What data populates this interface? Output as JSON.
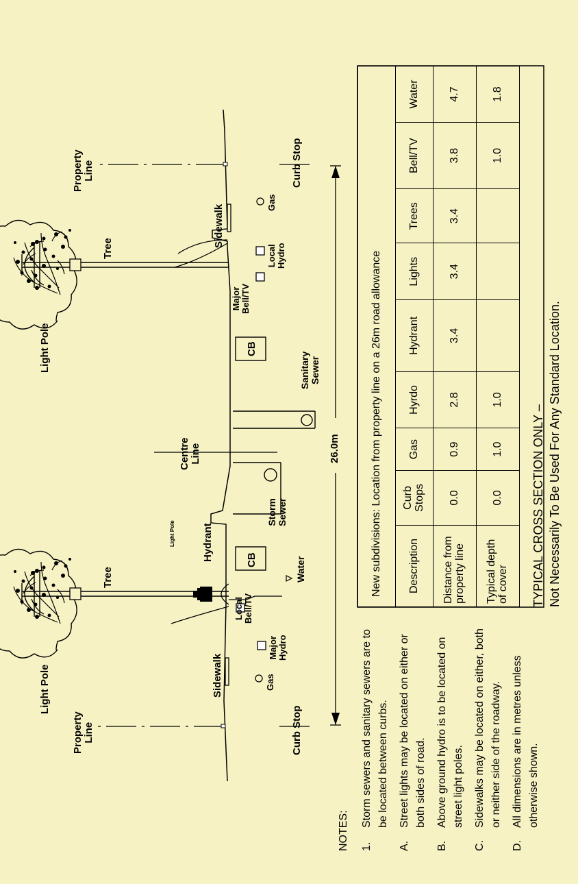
{
  "labels": {
    "property_line": "Property\nLine",
    "curb_stop": "Curb  Stop",
    "light_pole": "Light  Pole",
    "light_pole_small": "Light Pole",
    "sidewalk": "Sidewalk",
    "gas": "Gas",
    "major_hydro": "Major\nHydro",
    "local_hydro": "Local\nHydro",
    "local_bell_tv": "Local\nBell/TV",
    "major_bell_tv": "Major\nBell/TV",
    "tree": "Tree",
    "hydrant": "Hydrant",
    "water": "Water",
    "cb": "CB",
    "storm_sewer": "Storm\nSewer",
    "sanitary_sewer": "Sanitary\nSewer",
    "centre_line": "Centre\nLine",
    "dimension": "26.0m"
  },
  "notes": {
    "heading": "NOTES:",
    "items": [
      {
        "key": "1.",
        "text": "Storm sewers and sanitary sewers are to be located between curbs."
      },
      {
        "key": "A.",
        "text": "Street lights may be located on either or both sides of road."
      },
      {
        "key": "B.",
        "text": "Above ground hydro is to be located on street light poles."
      },
      {
        "key": "C.",
        "text": "Sidewalks may be located on either, both or neither side of the roadway."
      },
      {
        "key": "D.",
        "text": "All dimensions are in metres unless otherwise shown."
      }
    ]
  },
  "table": {
    "caption": "New subdivisions:  Location from property line on a 26m road allowance",
    "headers": [
      "Description",
      "Curb\nStops",
      "Gas",
      "Hyrdo",
      "Hydrant",
      "Lights",
      "Trees",
      "Bell/TV",
      "Water"
    ],
    "rows": [
      [
        "Distance from\nproperty line",
        "0.0",
        "0.9",
        "2.8",
        "3.4",
        "3.4",
        "3.4",
        "3.8",
        "4.7"
      ],
      [
        "Typical depth\nof cover",
        "0.0",
        "1.0",
        "1.0",
        "",
        "",
        "",
        "1.0",
        "1.8"
      ]
    ]
  },
  "caption": {
    "line1": "TYPICAL CROSS SECTION ONLY –",
    "line2": "Not Necessarily To Be Used For Any Standard Location."
  }
}
